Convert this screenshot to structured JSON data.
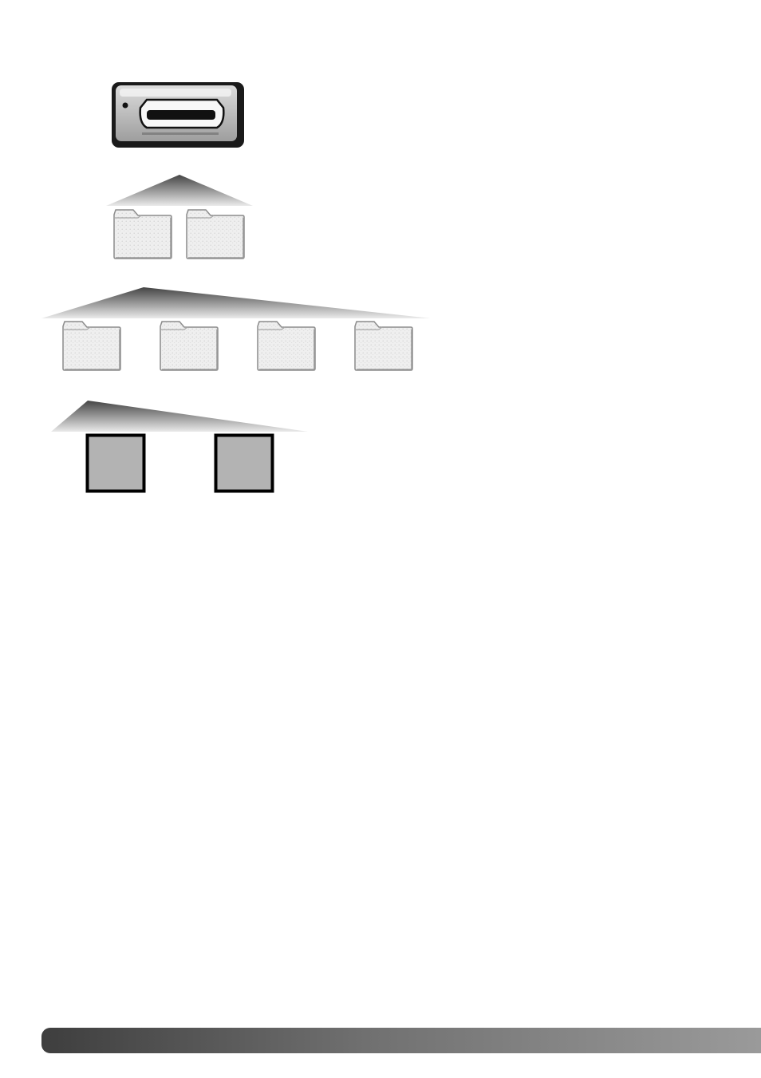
{
  "diagram": {
    "root": {
      "icon": "memory-card-drive-icon"
    },
    "levels": [
      {
        "name": "folder-level-1",
        "icon": "folder-icon",
        "count": 2
      },
      {
        "name": "folder-level-2",
        "icon": "folder-icon",
        "count": 4
      },
      {
        "name": "file-level",
        "icon": "image-file-icon",
        "count": 2
      }
    ],
    "colors": {
      "connector_dark": "#4a4a4a",
      "connector_light": "#e8e8e8",
      "folder_fill": "#efefef",
      "folder_outline": "#8c8c8c",
      "file_fill": "#b3b3b3",
      "file_outline": "#000000"
    }
  },
  "footer": {
    "bar_gradient": [
      "#3e3e3e",
      "#707070",
      "#9a9a9a"
    ]
  }
}
